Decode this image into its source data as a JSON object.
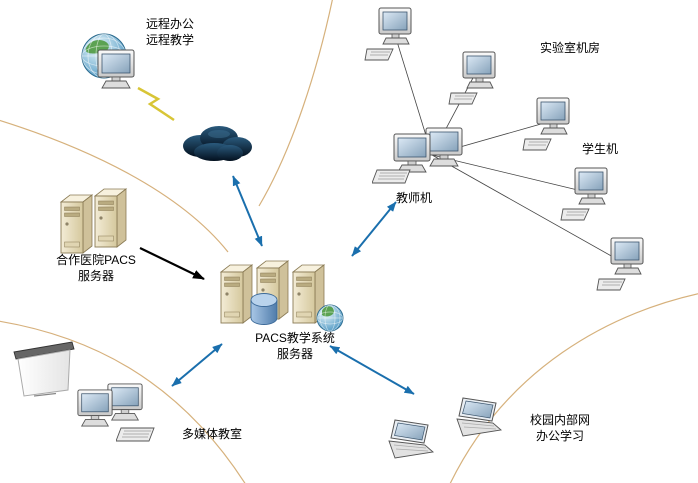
{
  "labels": {
    "remote_office": {
      "line1": "远程办公",
      "line2": "远程教学"
    },
    "lab_room": "实验室机房",
    "student_machines": "学生机",
    "teacher_machine": "教师机",
    "hospital_pacs": {
      "line1": "合作医院PACS",
      "line2": "服务器"
    },
    "central_server": {
      "line1": "PACS教学系统",
      "line2": "服务器"
    },
    "multimedia_room": "多媒体教室",
    "campus_intranet": {
      "line1": "校园内部网",
      "line2": "办公学习"
    }
  },
  "colors": {
    "background": "#ffffff",
    "arrow_blue": "#1a6fad",
    "arrow_black": "#000000",
    "decor_curve_tan": "#d2a86e",
    "server_beige": "#efe7cf",
    "cloud_dark": "#0a1f33",
    "lightning_yellow": "#d8c536",
    "screen_blue": "#86a2ba",
    "database_blue": "#4f7cab",
    "globe_green": "#4f9a41"
  },
  "icons": {
    "internet-globe-icon": "green-blue globe with grid",
    "remote-pc-icon": "desktop monitor",
    "lightning-link-icon": "yellow zigzag link",
    "cloud-icon": "dark internet cloud",
    "hospital-server-icon": "two beige tower servers",
    "pacs-server-icon": "three beige tower servers",
    "database-icon": "blue cylinder",
    "web-globe-icon": "small globe beside servers",
    "lab-computer-icon": "desktop pc with keyboard",
    "student-computer-icon": "desktop pc with keyboard",
    "teacher-workstation-icon": "dual monitors with keyboard",
    "projector-screen-icon": "white projection screen",
    "multimedia-computers-icon": "dual monitors with keyboard",
    "laptop-icon": "notebook computer"
  },
  "connections": [
    {
      "from": "internet-cloud",
      "to": "pacs-teaching-server",
      "style": "double-arrow-blue"
    },
    {
      "from": "teacher-machine",
      "to": "pacs-teaching-server",
      "style": "double-arrow-blue"
    },
    {
      "from": "multimedia-room",
      "to": "pacs-teaching-server",
      "style": "double-arrow-blue"
    },
    {
      "from": "campus-laptops",
      "to": "pacs-teaching-server",
      "style": "double-arrow-blue"
    },
    {
      "from": "hospital-pacs-server",
      "to": "pacs-teaching-server",
      "style": "single-arrow-black"
    },
    {
      "from": "teacher-machine",
      "to": "lab-computer-1",
      "style": "thin-line"
    },
    {
      "from": "teacher-machine",
      "to": "lab-computer-2",
      "style": "thin-line"
    },
    {
      "from": "teacher-machine",
      "to": "student-computer-1",
      "style": "thin-line"
    },
    {
      "from": "teacher-machine",
      "to": "student-computer-2",
      "style": "thin-line"
    },
    {
      "from": "teacher-machine",
      "to": "student-computer-3",
      "style": "thin-line"
    }
  ]
}
